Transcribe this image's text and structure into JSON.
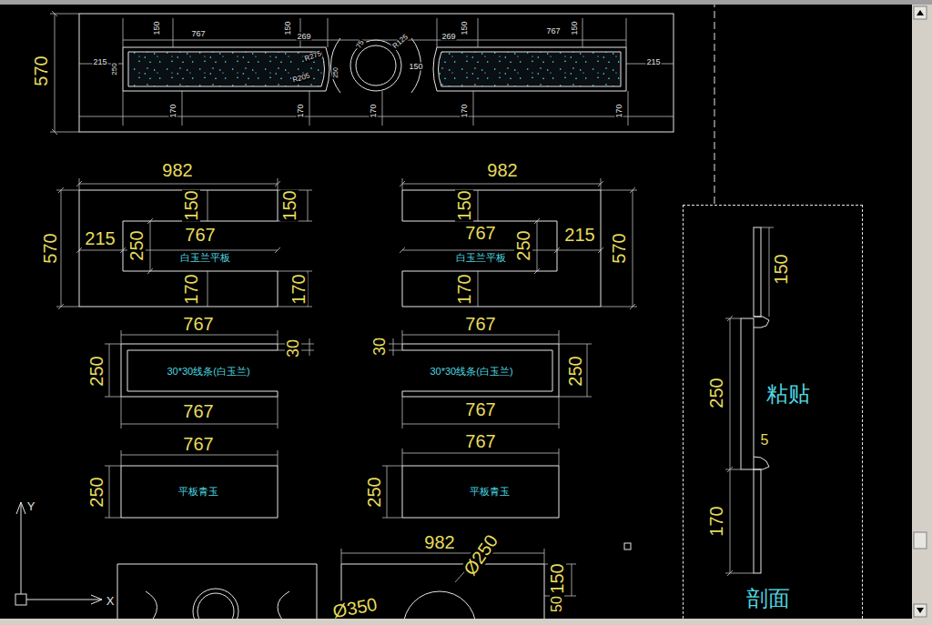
{
  "diagram": {
    "nodes": [
      {
        "text": [
          "白玉兰平板"
        ]
      },
      {
        "text": [
          "白玉兰平板"
        ]
      },
      {
        "text": [
          "30*30线条(白玉兰)"
        ]
      },
      {
        "text": [
          "30*30线条(白玉兰)"
        ]
      },
      {
        "text": [
          "平板青玉"
        ]
      },
      {
        "text": [
          "平板青玉"
        ]
      },
      {
        "text": [
          "粘贴",
          "剖面"
        ]
      }
    ],
    "labels": [
      "570",
      "215",
      "250",
      "150",
      "767",
      "150",
      "269",
      "R275",
      "R205",
      "250",
      "75",
      "R125",
      "150",
      "269",
      "150",
      "767",
      "150",
      "215",
      "170",
      "170",
      "170",
      "170",
      "170",
      "982",
      "150",
      "150",
      "570",
      "215",
      "250",
      "767",
      "170",
      "170",
      "982",
      "150",
      "767",
      "250",
      "215",
      "570",
      "170",
      "767",
      "30",
      "250",
      "767",
      "767",
      "30",
      "250",
      "767",
      "767",
      "250",
      "767",
      "250",
      "982",
      "Ø250",
      "150",
      "Ø350",
      "50",
      "150",
      "250",
      "5",
      "170",
      "Y",
      "X"
    ]
  }
}
